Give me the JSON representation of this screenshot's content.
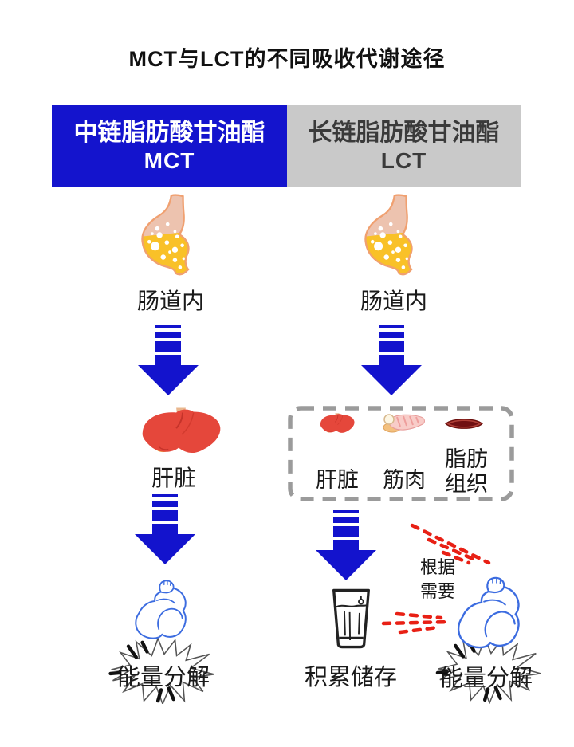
{
  "title": "MCT与LCT的不同吸收代谢途径",
  "mct": {
    "header": {
      "line1": "中链脂肪酸甘油酯",
      "line2": "MCT"
    },
    "stage_intestine": "肠道内",
    "stage_liver": "肝脏",
    "stage_result": "能量分解"
  },
  "lct": {
    "header": {
      "line1": "长链脂肪酸甘油酯",
      "line2": "LCT"
    },
    "stage_intestine": "肠道内",
    "organs": [
      {
        "label": "肝脏"
      },
      {
        "label": "筋肉"
      },
      {
        "label": "脂肪组织"
      }
    ],
    "stage_storage": "积累储存",
    "need_note": {
      "line1": "根据",
      "line2": "需要"
    },
    "stage_result": "能量分解"
  },
  "colors": {
    "mct_header_blue": "#1414CD",
    "lct_header_gray": "#C9C9C9",
    "arrow_blue": "#1313CD",
    "dashed_box_gray": "#9B9B9B",
    "red_dashes": "#E82015",
    "arm_outline_blue": "#3C6CE0",
    "stomach_yellow": "#F9C128",
    "liver_red": "#E5473B",
    "text_dark": "#1a1a1a"
  },
  "icons": {
    "stomach": "stomach-icon",
    "down_arrow": "down-arrow-icon",
    "liver": "liver-icon",
    "muscle_tissue": "muscle-tissue-icon",
    "fat_tissue": "fat-tissue-icon",
    "storage_glass": "glass-icon",
    "flexed_arm": "flexed-arm-icon",
    "energy_burst": "burst-icon",
    "as_needed_stream": "red-dashed-stream-icon"
  }
}
